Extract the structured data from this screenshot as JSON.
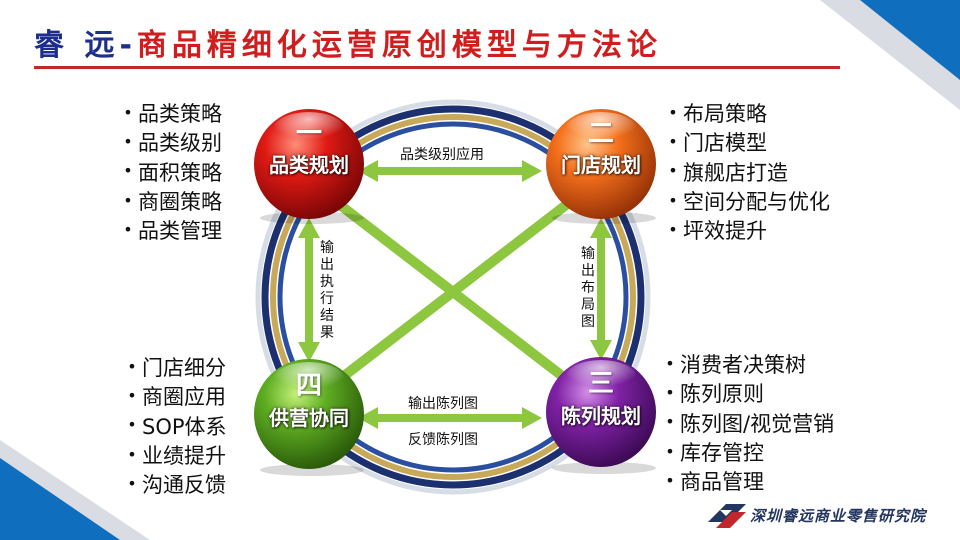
{
  "title": {
    "part1": "睿 远-",
    "part2": "商品精细化运营原创模型与方法论"
  },
  "nodes": {
    "n1": {
      "num": "一",
      "name": "品类规划",
      "items": [
        "品类策略",
        "品类级别",
        "面积策略",
        "商圈策略",
        "品类管理"
      ]
    },
    "n2": {
      "num": "二",
      "name": "门店规划",
      "items": [
        "布局策略",
        "门店模型",
        "旗舰店打造",
        "空间分配与优化",
        "坪效提升"
      ]
    },
    "n3": {
      "num": "三",
      "name": "陈列规划",
      "items": [
        "消费者决策树",
        "陈列原则",
        "陈列图/视觉营销",
        "库存管控",
        "商品管理"
      ]
    },
    "n4": {
      "num": "四",
      "name": "供营协同",
      "items": [
        "门店细分",
        "商圈应用",
        "SOP体系",
        "业绩提升",
        "沟通反馈"
      ]
    }
  },
  "edges": {
    "top": "品类级别应用",
    "right": "输出布局图",
    "left": "输出执行结果",
    "bottom_upper": "输出陈列图",
    "bottom_lower": "反馈陈列图"
  },
  "logo": {
    "text": "深圳睿远商业零售研究院"
  },
  "colors": {
    "title_blue": "#1d2f8a",
    "title_red": "#d01e1e",
    "arrow_green": "#8dc63f",
    "ring_navy": "#1c2f6e",
    "ring_gold": "#c8a95a",
    "ball_red": "#d61313",
    "ball_orange": "#f06a1a",
    "ball_purple": "#7a1fa0",
    "ball_green": "#5aa51f"
  }
}
